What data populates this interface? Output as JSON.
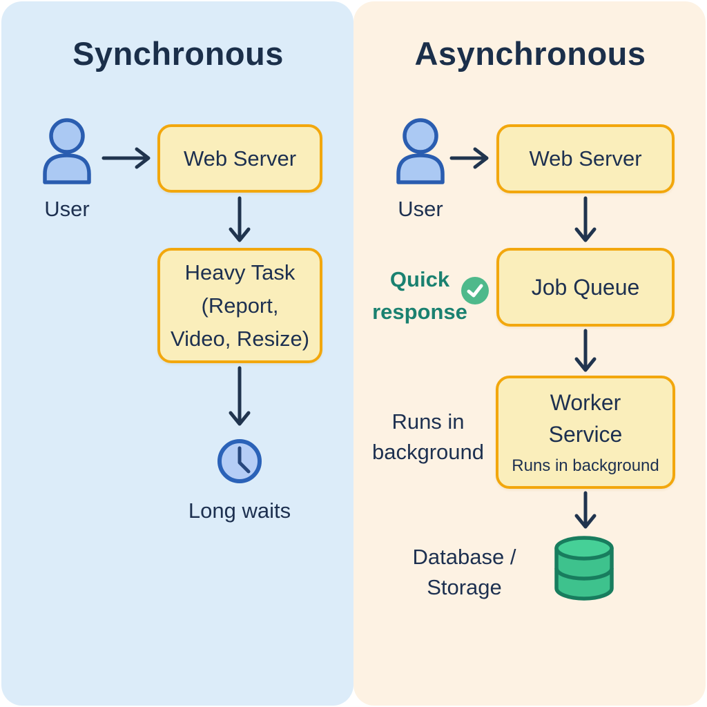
{
  "sync": {
    "title": "Synchronous",
    "user_label": "User",
    "web_server_label": "Web Server",
    "heavy_task_lines": [
      "Heavy Task",
      "(Report,",
      "Video, Resize)"
    ],
    "long_waits_label": "Long waits"
  },
  "async": {
    "title": "Asynchronous",
    "user_label": "User",
    "web_server_label": "Web Server",
    "job_queue_label": "Job Queue",
    "quick_response_lines": [
      "Quick",
      "response"
    ],
    "runs_in_background_lines": [
      "Runs in",
      "background"
    ],
    "worker_service_lines": [
      "Worker",
      "Service"
    ],
    "worker_service_subtext": "Runs in background",
    "database_storage_lines": [
      "Database /",
      "Storage"
    ]
  },
  "icons": {
    "user": "person-icon",
    "clock": "clock-icon",
    "check": "check-badge-icon",
    "database": "database-cylinder-icon"
  },
  "colors": {
    "sync_panel_bg": "#dcecf9",
    "async_panel_bg": "#fdf2e3",
    "box_fill": "#faeebb",
    "box_border": "#f2a70d",
    "text_navy": "#1d3050",
    "title_navy": "#1b2f4a",
    "teal_text": "#1a8170",
    "badge_green": "#4eb98b",
    "user_icon_fill": "#abc9f3",
    "user_icon_stroke": "#2a5db0",
    "clock_fill": "#b5cdf6",
    "clock_stroke": "#2b62b8",
    "clock_hand": "#27477e",
    "database_fill": "#3ec28d",
    "database_top_fill": "#46d097",
    "database_stroke": "#187d5e",
    "arrow": "#20344e"
  }
}
